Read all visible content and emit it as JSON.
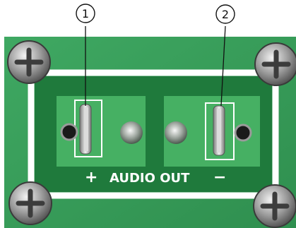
{
  "callouts": [
    {
      "number": "1"
    },
    {
      "number": "2"
    }
  ],
  "board": {
    "plus_sign": "+",
    "label": "AUDIO OUT",
    "minus_sign": "−"
  },
  "colors": {
    "pcb_green": "#3aa05a",
    "pcb_green_dark": "#1f7a3c",
    "silkscreen_white": "#ffffff",
    "pad_green": "#46b063",
    "metal": "#c8c8c8",
    "background": "#ffffff"
  }
}
